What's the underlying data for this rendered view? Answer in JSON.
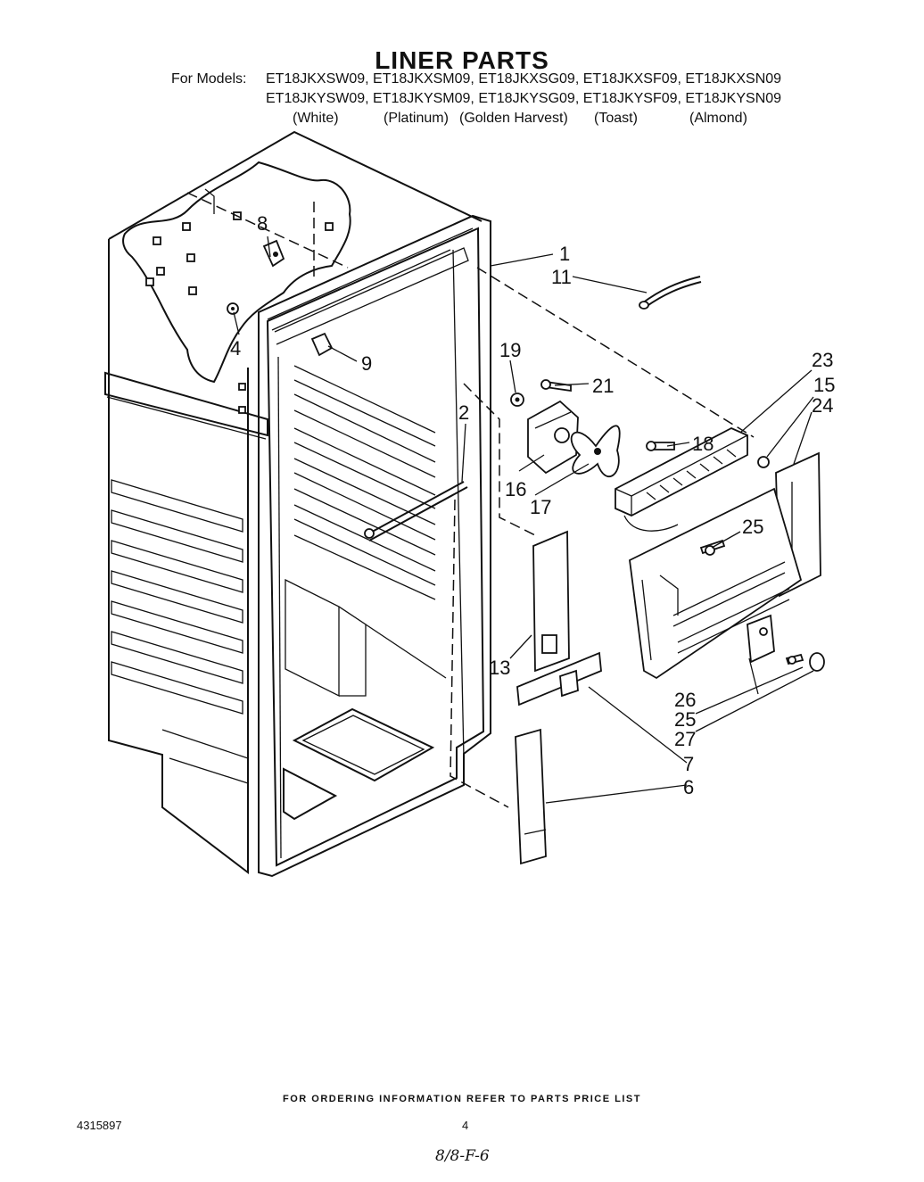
{
  "header": {
    "title": "LINER PARTS",
    "models_label": "For Models:",
    "models_line1": "ET18JKXSW09, ET18JKXSM09, ET18JKXSG09, ET18JKXSF09, ET18JKXSN09",
    "models_line2": "ET18JKYSW09, ET18JKYSM09, ET18JKYSG09, ET18JKYSF09, ET18JKYSN09",
    "colors": [
      "(White)",
      "(Platinum)",
      "(Golden Harvest)",
      "(Toast)",
      "(Almond)"
    ]
  },
  "callouts": {
    "c1": "1",
    "c2": "2",
    "c4": "4",
    "c6": "6",
    "c7": "7",
    "c8": "8",
    "c9": "9",
    "c11": "11",
    "c13": "13",
    "c15": "15",
    "c16": "16",
    "c17": "17",
    "c18": "18",
    "c19": "19",
    "c21": "21",
    "c23": "23",
    "c24": "24",
    "c25a": "25",
    "c25b": "25",
    "c26": "26",
    "c27": "27"
  },
  "footer": {
    "ordering_note": "FOR ORDERING INFORMATION REFER TO PARTS PRICE LIST",
    "doc_number": "4315897",
    "page_number": "4",
    "handwritten": "8/8-F-6"
  }
}
